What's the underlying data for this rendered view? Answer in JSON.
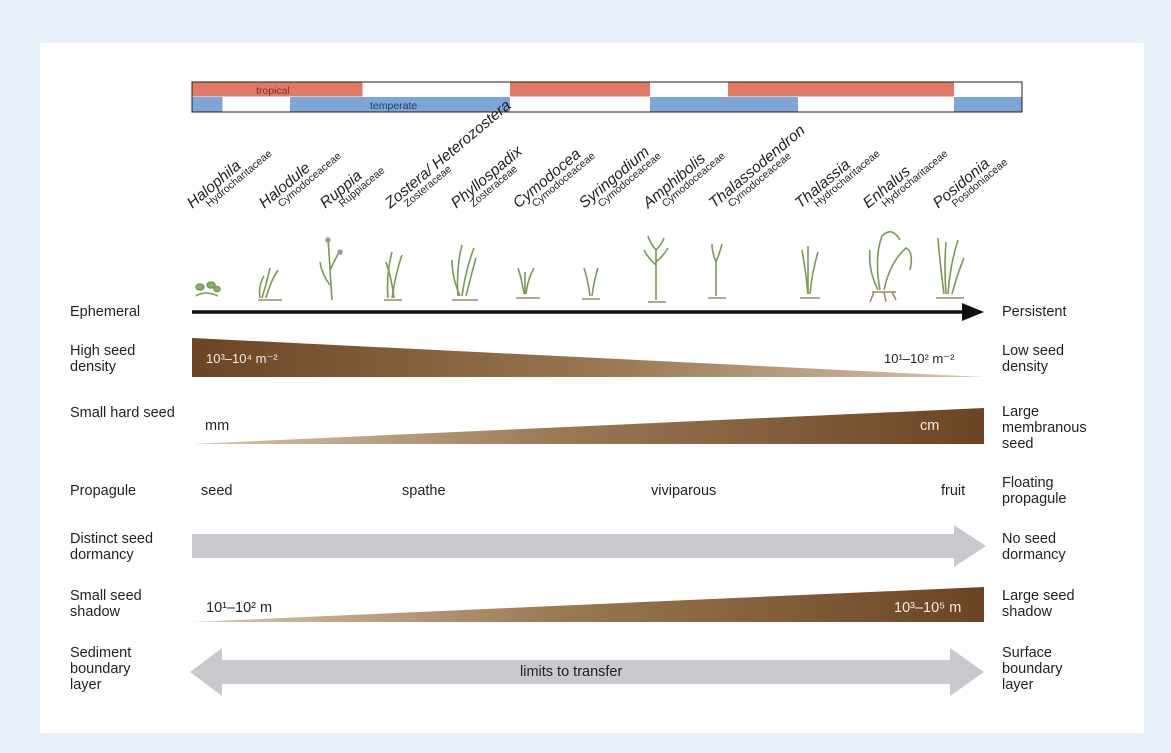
{
  "climate_bar": {
    "tropical_label": "tropical",
    "temperate_label": "temperate",
    "tropical_color": "#e07a66",
    "temperate_color": "#7ea4d8"
  },
  "genera": [
    {
      "genus": "Halophila",
      "family": "Hydrocharitaceae"
    },
    {
      "genus": "Halodule",
      "family": "Cymodoceaceae"
    },
    {
      "genus": "Ruppia",
      "family": "Ruppiaceae"
    },
    {
      "genus": "Zostera/ Heterozostera",
      "family": "Zosteraceae"
    },
    {
      "genus": "Phyllospadix",
      "family": "Zosteraceae"
    },
    {
      "genus": "Cymodocea",
      "family": "Cymodoceaceae"
    },
    {
      "genus": "Syringodium",
      "family": "Cymodoceaceae"
    },
    {
      "genus": "Amphibolis",
      "family": "Cymodoceaceae"
    },
    {
      "genus": "Thalassodendron",
      "family": "Cymodoceaceae"
    },
    {
      "genus": "Thalassia",
      "family": "Hydrocharitaceae"
    },
    {
      "genus": "Enhalus",
      "family": "Hydrocharitaceae"
    },
    {
      "genus": "Posidonia",
      "family": "Posidoniaceae"
    }
  ],
  "rows": {
    "ephemeral": {
      "left": "Ephemeral",
      "right": "Persistent"
    },
    "density": {
      "left": "High seed density",
      "right": "Low seed density",
      "left_value": "10³–10⁴ m⁻²",
      "right_value": "10¹–10² m⁻²"
    },
    "size": {
      "left": "Small hard seed",
      "right": "Large membranous seed",
      "left_value": "mm",
      "right_value": "cm"
    },
    "propagule": {
      "left": "Propagule",
      "right": "Floating propagule",
      "items": [
        "seed",
        "spathe",
        "viviparous",
        "fruit"
      ]
    },
    "dormancy": {
      "left": "Distinct seed dormancy",
      "right": "No seed dormancy"
    },
    "shadow": {
      "left": "Small seed shadow",
      "right": "Large seed shadow",
      "left_value": "10¹–10² m",
      "right_value": "10³–10⁵ m"
    },
    "boundary": {
      "left": "Sediment boundary layer",
      "right": "Surface boundary layer",
      "center": "limits to transfer"
    }
  },
  "colors": {
    "wedge_dark": "#6b4423",
    "wedge_light": "#b99a76",
    "arrow_gray": "#c8c9cc",
    "plant_green": "#7a9a55"
  }
}
